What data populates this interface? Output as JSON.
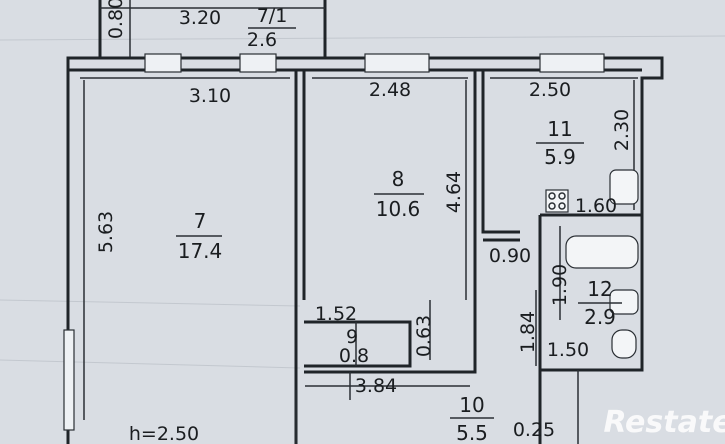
{
  "colors": {
    "paper": "#d9dde3",
    "ink": "#1f2428"
  },
  "rooms": [
    {
      "id": "7",
      "number": "7",
      "area": "17.4"
    },
    {
      "id": "8",
      "number": "8",
      "area": "10.6"
    },
    {
      "id": "9",
      "number": "9",
      "area": "0.8"
    },
    {
      "id": "10",
      "number": "10",
      "area": "5.5"
    },
    {
      "id": "11",
      "number": "11",
      "area": "5.9"
    },
    {
      "id": "12",
      "number": "12",
      "area": "2.9"
    },
    {
      "id": "7-1",
      "number": "7/1",
      "area": "2.6"
    }
  ],
  "dimensions": {
    "balcony_width": "3.20",
    "balcony_depth": "0.80",
    "room7_width": "3.10",
    "room7_length": "5.63",
    "room8_width": "2.48",
    "room8_length": "4.64",
    "kitchen_width": "2.50",
    "kitchen_length": "2.30",
    "kitchen_inner": "1.60",
    "corridor_opening": "0.90",
    "bath_length": "1.90",
    "bath_width": "1.50",
    "bath_side": "1.84",
    "closet_width": "1.52",
    "closet_depth": "0.63",
    "hall_width": "3.84",
    "hall_offset": "0.25"
  },
  "ceiling_height": "h=2.50",
  "watermark": "Restate"
}
